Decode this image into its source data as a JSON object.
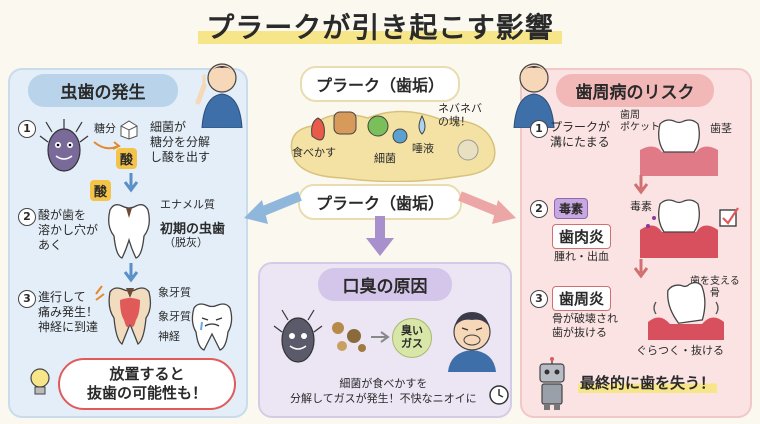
{
  "title": "プラークが引き起こす影響",
  "center": {
    "label_top": "プラーク（歯垢）",
    "food": "食べかす",
    "bacteria": "細菌",
    "saliva": "唾液",
    "sticky": "ネバネバ\nの塊！",
    "label_main": "プラーク（歯垢）"
  },
  "left": {
    "header": "虫歯の発生",
    "s1_num": "1",
    "s1_sugar": "糖分",
    "s1_text": "細菌が\n糖分を分解\nし酸を出す",
    "acid1": "酸",
    "acid2": "酸",
    "s2_num": "2",
    "s2_text": "酸が歯を\n溶かし穴が\nあく",
    "enamel": "エナメル質",
    "s2_title": "初期の虫歯",
    "s2_sub": "（脱灰）",
    "s3_num": "3",
    "s3_text": "進行して\n痛み発生！\n神経に到達",
    "dentin1": "象牙質",
    "dentin2": "象牙質",
    "nerve": "神経",
    "warning": "放置すると\n抜歯の可能性も！"
  },
  "right": {
    "header": "歯周病のリスク",
    "s1_num": "1",
    "s1_text": "プラークが\n溝にたまる",
    "pocket": "歯周\nポケット",
    "gum": "歯茎",
    "s2_num": "2",
    "toxin_tag": "毒素",
    "toxin": "毒素",
    "s2_title": "歯肉炎",
    "s2_sub": "腫れ・出血",
    "s3_num": "3",
    "s3_title": "歯周炎",
    "bone_label": "歯を支える\n骨",
    "s3_text": "骨が破壊され\n歯が抜ける",
    "wobble": "ぐらつく・抜ける",
    "final": "最終的に歯を失う！"
  },
  "bottom": {
    "header": "口臭の原因",
    "gas": "臭い\nガス",
    "text": "細菌が食べかすを\n分解してガスが発生！不快なニオイに"
  },
  "colors": {
    "left_bg": "#e3eef8",
    "right_bg": "#fbe3e3",
    "bottom_bg": "#ece6f4",
    "acid": "#f4c44a",
    "gum": "#e07a86",
    "warning_border": "#e05a5a"
  }
}
